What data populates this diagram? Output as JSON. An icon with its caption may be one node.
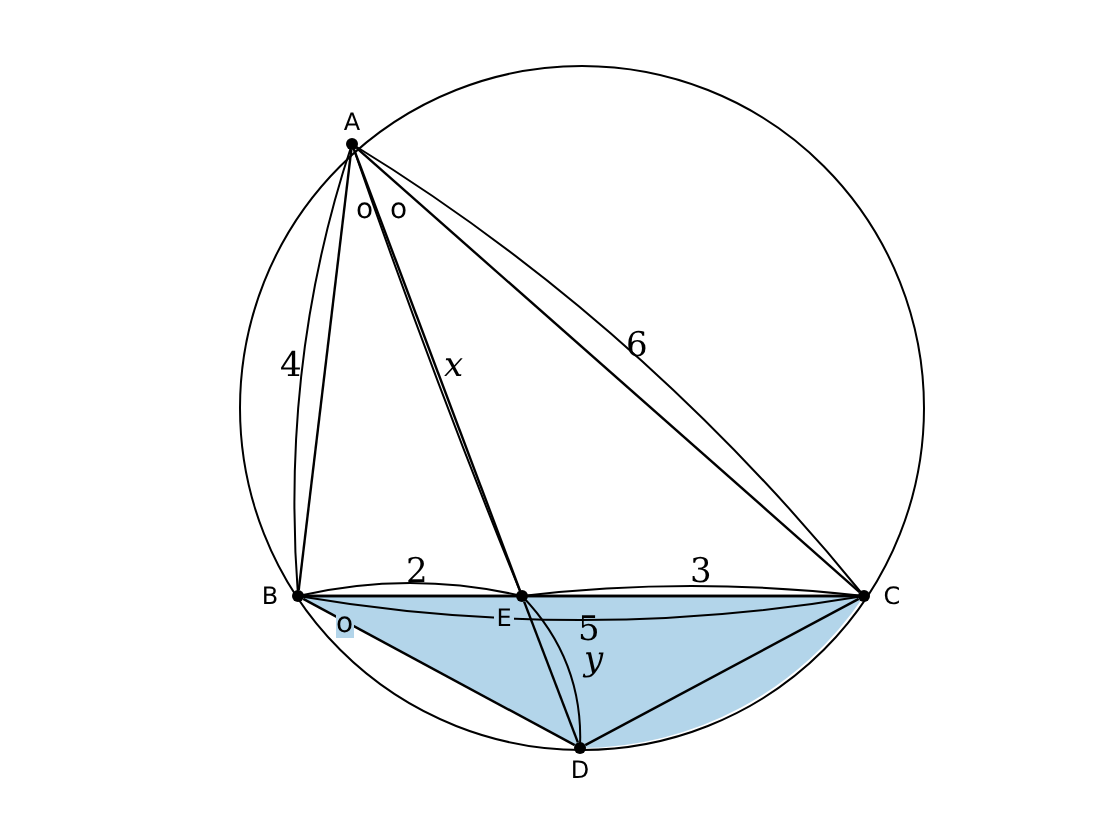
{
  "diagram": {
    "nodes": [
      {
        "text": [
          "A"
        ]
      },
      {
        "text": [
          "B"
        ]
      },
      {
        "text": [
          "C"
        ]
      },
      {
        "text": [
          "D"
        ]
      },
      {
        "text": [
          "E"
        ]
      }
    ],
    "edges": [
      {
        "from": 0,
        "to": 1,
        "arrow": "none",
        "label": "4"
      },
      {
        "from": 0,
        "to": 4,
        "arrow": "none",
        "label": "x"
      },
      {
        "from": 0,
        "to": 2,
        "arrow": "none",
        "label": "6"
      },
      {
        "from": 1,
        "to": 4,
        "arrow": "none",
        "label": "2"
      },
      {
        "from": 4,
        "to": 2,
        "arrow": "none",
        "label": "3"
      },
      {
        "from": 1,
        "to": 2,
        "arrow": "none",
        "label": "5"
      },
      {
        "from": 4,
        "to": 3,
        "arrow": "none",
        "label": "y"
      },
      {
        "from": 1,
        "to": 3,
        "arrow": "none"
      },
      {
        "from": 2,
        "to": 3,
        "arrow": "none"
      }
    ],
    "labels": [
      "o",
      "o",
      "o"
    ]
  }
}
